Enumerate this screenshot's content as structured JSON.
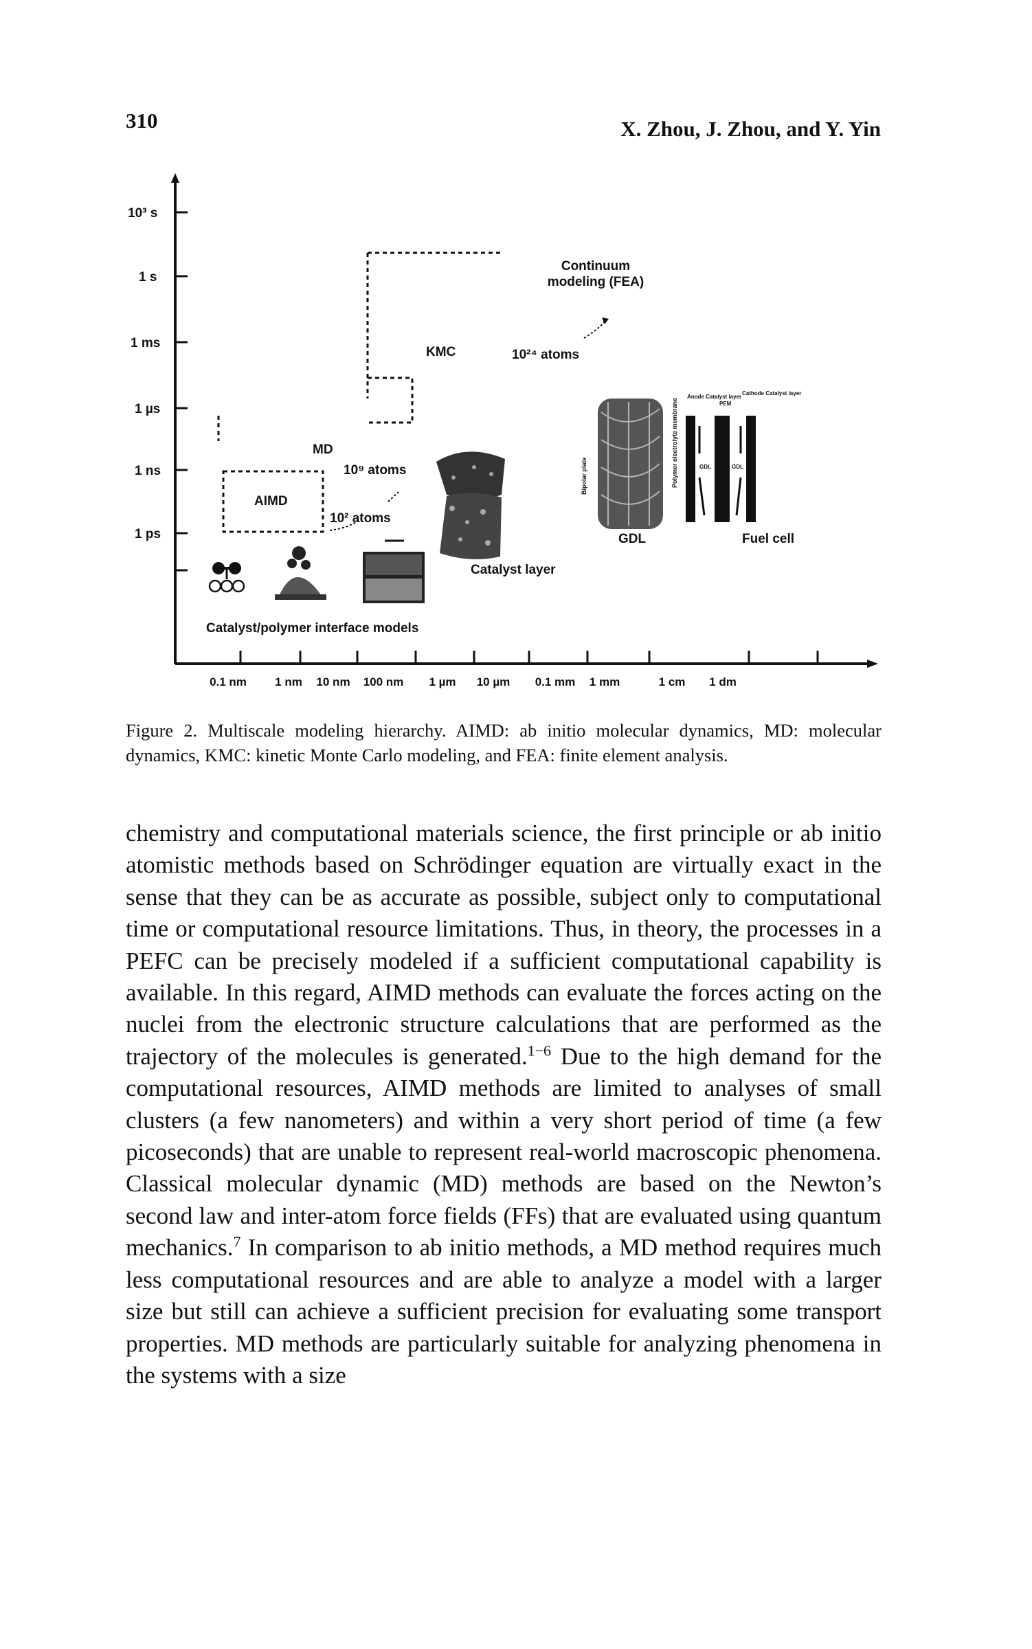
{
  "header": {
    "page_number": "310",
    "authors": "X. Zhou, J. Zhou, and Y. Yin"
  },
  "figure": {
    "y_ticks": [
      "10³ s",
      "1 s",
      "1 ms",
      "1 µs",
      "1 ns",
      "1 ps"
    ],
    "x_ticks": [
      "0.1 nm",
      "1 nm",
      "10 nm",
      "100 nm",
      "1 µm",
      "10 µm",
      "0.1 mm",
      "1 mm",
      "1 cm",
      "1 dm"
    ],
    "labels": {
      "continuum_1": "Continuum",
      "continuum_2": "modeling (FEA)",
      "kmc": "KMC",
      "atoms_1024": "10²⁴ atoms",
      "md": "MD",
      "atoms_109": "10⁹ atoms",
      "aimd": "AIMD",
      "atoms_102": "10² atoms",
      "catalyst_layer": "Catalyst layer",
      "gdl": "GDL",
      "fuel_cell": "Fuel cell",
      "interface_models": "Catalyst/polymer interface models",
      "bipolar_plate": "Bipolar plate",
      "electrolyte": "Polymer electrolyte membrane",
      "anode_catalyst": "Anode Catalyst layer",
      "pem": "PEM",
      "cathode_catalyst": "Cathode Catalyst layer",
      "gdl_small_1": "GDL",
      "gdl_small_2": "GDL"
    }
  },
  "caption": "Figure 2. Multiscale modeling hierarchy. AIMD: ab initio molecular dynamics, MD: molecular dynamics, KMC: kinetic Monte Carlo modeling, and FEA: finite element analysis.",
  "body": {
    "part1": "chemistry and computational materials science, the first principle or ab initio atomistic methods based on Schrödinger equation are virtually exact in the sense that they can be as accurate as possible, subject only to computational time or computational resource limitations. Thus, in theory, the processes in a PEFC can be precisely modeled if a sufficient computational capability is available. In this regard, AIMD methods can evaluate the forces acting on the nuclei from the electronic structure calculations that are performed as the trajectory of the molecules is generated.",
    "ref1": "1−6",
    "part2": " Due to the high demand for the computational resources, AIMD methods are limited to analyses of small clusters (a few nanometers) and within a very short period of time (a few picoseconds) that are unable to represent real-world macroscopic phenomena. Classical molecular dynamic (MD) methods are based on the Newton’s second law and inter-atom force fields (FFs) that are evaluated using quantum mechanics.",
    "ref2": "7",
    "part3": " In comparison to ab initio methods, a MD method requires much less computational resources and are able to analyze a model with a larger size but still can achieve a sufficient precision for evaluating some transport properties. MD methods are particularly suitable for analyzing phenomena in the systems with a size"
  }
}
